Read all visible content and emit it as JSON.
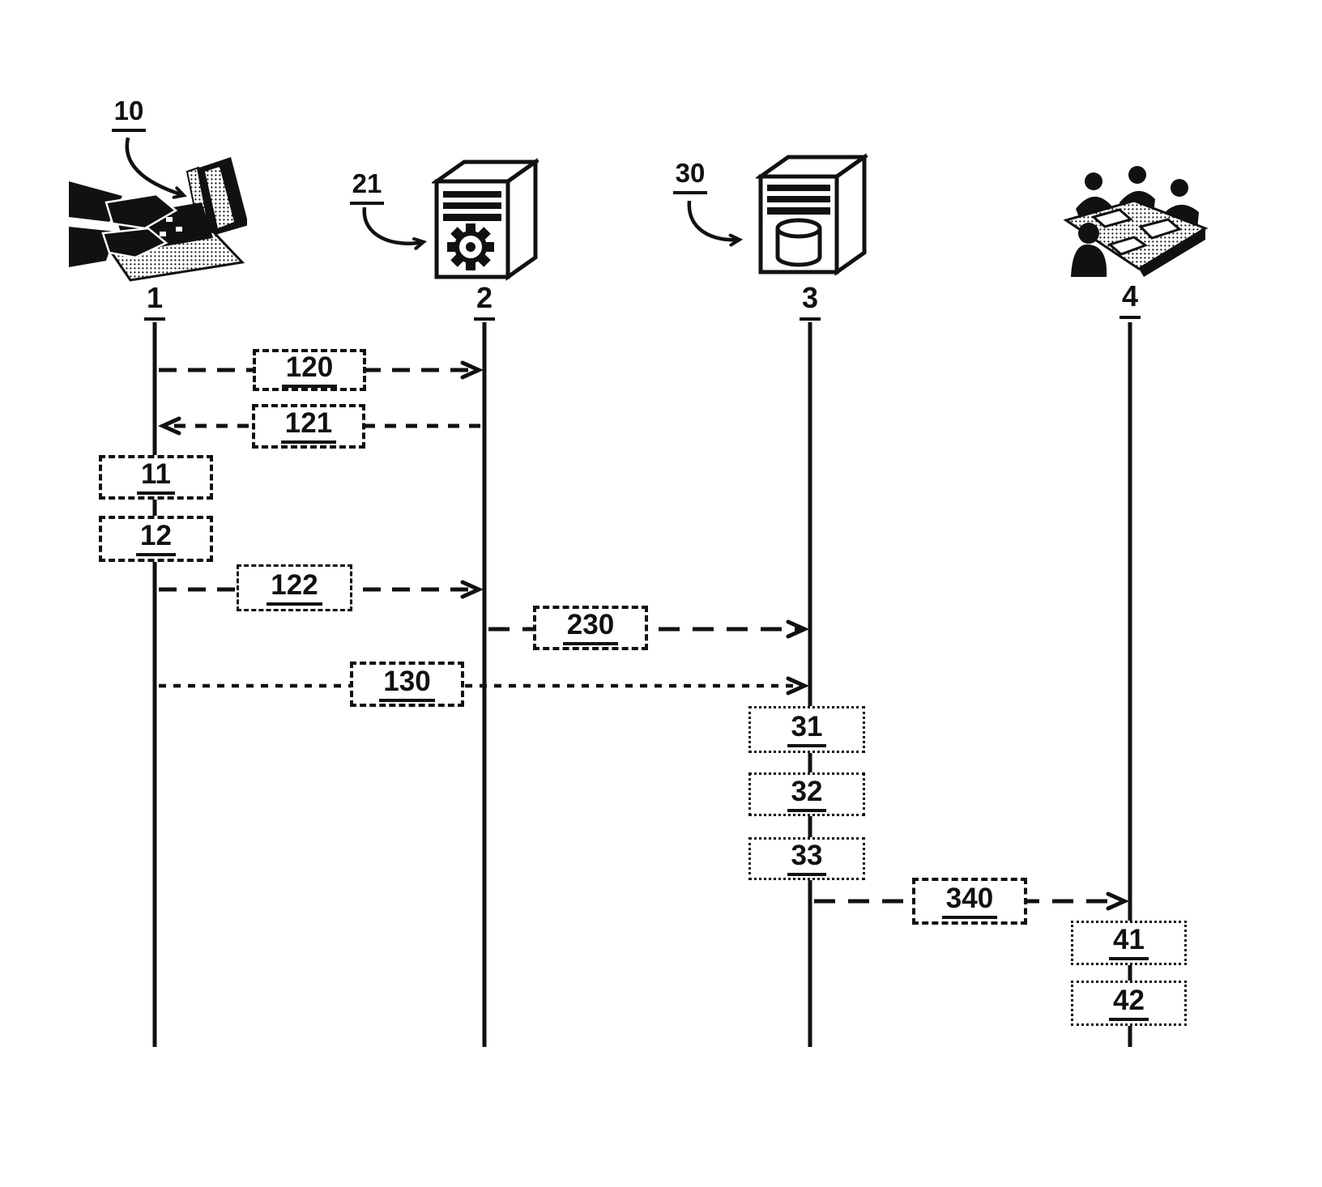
{
  "diagram": {
    "type": "sequence-diagram",
    "colors": {
      "ink": "#111111",
      "background": "#ffffff"
    },
    "actors": {
      "a1": {
        "label": "1",
        "ref": "10",
        "icon": "laptop-user-icon"
      },
      "a2": {
        "label": "2",
        "ref": "21",
        "icon": "server-gear-icon"
      },
      "a3": {
        "label": "3",
        "ref": "30",
        "icon": "server-database-icon"
      },
      "a4": {
        "label": "4",
        "icon": "meeting-people-icon"
      }
    },
    "messages": {
      "m120": {
        "label": "120",
        "from": "1",
        "to": "2"
      },
      "m121": {
        "label": "121",
        "from": "2",
        "to": "1"
      },
      "m122": {
        "label": "122",
        "from": "1",
        "to": "2"
      },
      "m230": {
        "label": "230",
        "from": "2",
        "to": "3"
      },
      "m130": {
        "label": "130",
        "from": "1",
        "to": "3"
      },
      "m340": {
        "label": "340",
        "from": "3",
        "to": "4"
      }
    },
    "activities": {
      "b11": {
        "label": "11",
        "on": "1"
      },
      "b12": {
        "label": "12",
        "on": "1"
      },
      "b31": {
        "label": "31",
        "on": "3"
      },
      "b32": {
        "label": "32",
        "on": "3"
      },
      "b33": {
        "label": "33",
        "on": "3"
      },
      "b41": {
        "label": "41",
        "on": "4"
      },
      "b42": {
        "label": "42",
        "on": "4"
      }
    }
  }
}
